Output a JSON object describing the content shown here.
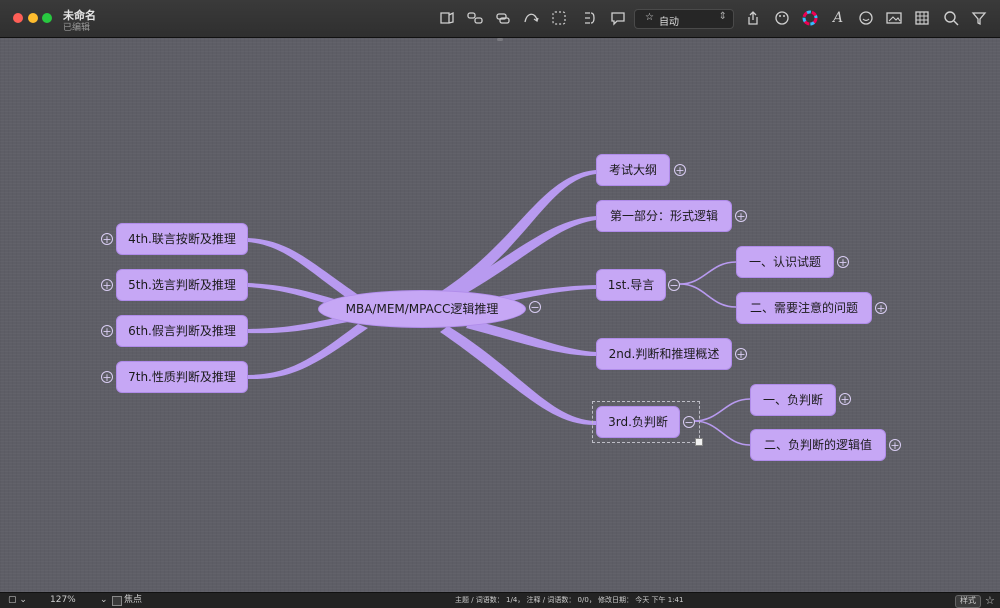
{
  "window": {
    "title": "未命名",
    "subtitle": "已编辑"
  },
  "colors": {
    "node_fill": "#c6a7f5",
    "branch": "#b89af0",
    "canvas": "#5e5e66",
    "close": "#fe5f57",
    "minimize": "#febc2e",
    "zoom": "#28c840"
  },
  "toolbar": {
    "icons": [
      "topic-icon",
      "subtopic-icon",
      "float-topic-icon",
      "relationship-icon",
      "boundary-icon",
      "summary-icon",
      "comment-icon",
      "share-icon",
      "theme-icon",
      "color-wheel-icon",
      "font-icon",
      "emoji-icon",
      "image-icon",
      "table-icon",
      "search-icon",
      "filter-icon"
    ],
    "layout_value": "自动"
  },
  "mindmap": {
    "central": "MBA/MEM/MPACC逻辑推理",
    "right": {
      "exam_outline": "考试大纲",
      "part1": "第一部分：形式逻辑",
      "intro": "1st.导言",
      "intro_c1": "一、认识试题",
      "intro_c2": "二、需要注意的问题",
      "overview": "2nd.判断和推理概述",
      "negative": "3rd.负判断",
      "negative_c1": "一、负判断",
      "negative_c2": "二、负判断的逻辑值"
    },
    "left": {
      "conj": "4th.联言按断及推理",
      "disj": "5th.选言判断及推理",
      "hypo": "6th.假言判断及推理",
      "nature": "7th.性质判断及推理"
    },
    "toggle_expand": "+",
    "toggle_collapse": "−"
  },
  "status": {
    "zoom": "127%",
    "focus": "焦点",
    "info": "主题 / 词语数： 1/4， 注释 / 词语数： 0/0， 修改日期： 今天 下午 1:41",
    "style_button": "样式"
  }
}
